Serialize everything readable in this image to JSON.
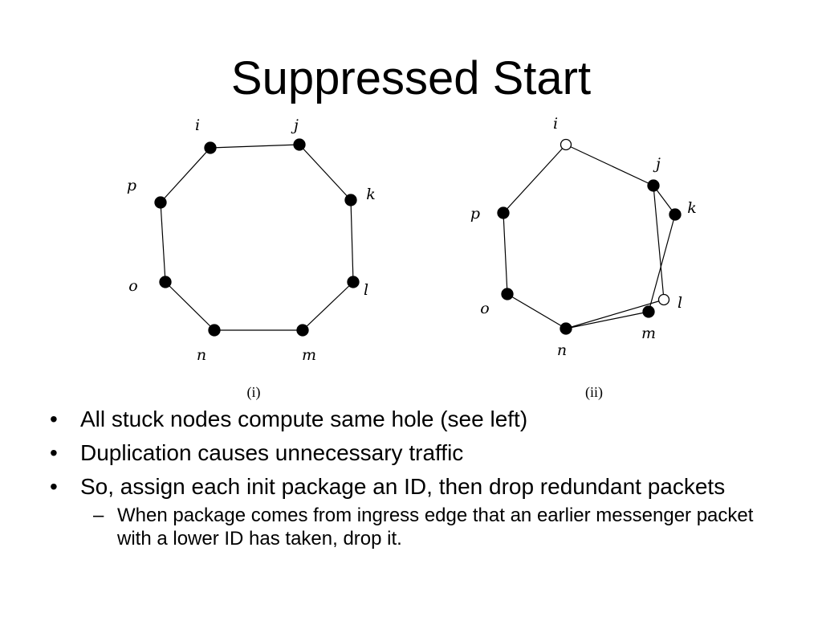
{
  "title": "Suppressed Start",
  "diagrams": [
    {
      "caption": "(i)",
      "nodes": [
        {
          "id": "i",
          "label": "i",
          "filled": true
        },
        {
          "id": "j",
          "label": "j",
          "filled": true
        },
        {
          "id": "k",
          "label": "k",
          "filled": true
        },
        {
          "id": "l",
          "label": "l",
          "filled": true
        },
        {
          "id": "m",
          "label": "m",
          "filled": true
        },
        {
          "id": "n",
          "label": "n",
          "filled": true
        },
        {
          "id": "o",
          "label": "o",
          "filled": true
        },
        {
          "id": "p",
          "label": "p",
          "filled": true
        }
      ],
      "edges": [
        [
          "i",
          "j"
        ],
        [
          "j",
          "k"
        ],
        [
          "k",
          "l"
        ],
        [
          "l",
          "m"
        ],
        [
          "m",
          "n"
        ],
        [
          "n",
          "o"
        ],
        [
          "o",
          "p"
        ],
        [
          "p",
          "i"
        ]
      ]
    },
    {
      "caption": "(ii)",
      "nodes": [
        {
          "id": "i",
          "label": "i",
          "filled": false
        },
        {
          "id": "j",
          "label": "j",
          "filled": true
        },
        {
          "id": "k",
          "label": "k",
          "filled": true
        },
        {
          "id": "l",
          "label": "l",
          "filled": false
        },
        {
          "id": "m",
          "label": "m",
          "filled": true
        },
        {
          "id": "n",
          "label": "n",
          "filled": true
        },
        {
          "id": "o",
          "label": "o",
          "filled": true
        },
        {
          "id": "p",
          "label": "p",
          "filled": true
        }
      ],
      "edges": [
        [
          "i",
          "j"
        ],
        [
          "j",
          "k"
        ],
        [
          "k",
          "m"
        ],
        [
          "m",
          "n"
        ],
        [
          "n",
          "o"
        ],
        [
          "o",
          "p"
        ],
        [
          "p",
          "i"
        ],
        [
          "j",
          "l"
        ],
        [
          "l",
          "n"
        ]
      ]
    }
  ],
  "bullets": [
    {
      "mark": "•",
      "text": "All stuck nodes compute same hole (see left)"
    },
    {
      "mark": "•",
      "text": "Duplication causes unnecessary traffic"
    },
    {
      "mark": "•",
      "text": "So, assign each init package an ID, then drop redundant packets"
    }
  ],
  "sub_bullets": [
    {
      "mark": "–",
      "text": "When package comes from ingress edge that an earlier messenger packet with a lower ID has taken, drop it."
    }
  ]
}
